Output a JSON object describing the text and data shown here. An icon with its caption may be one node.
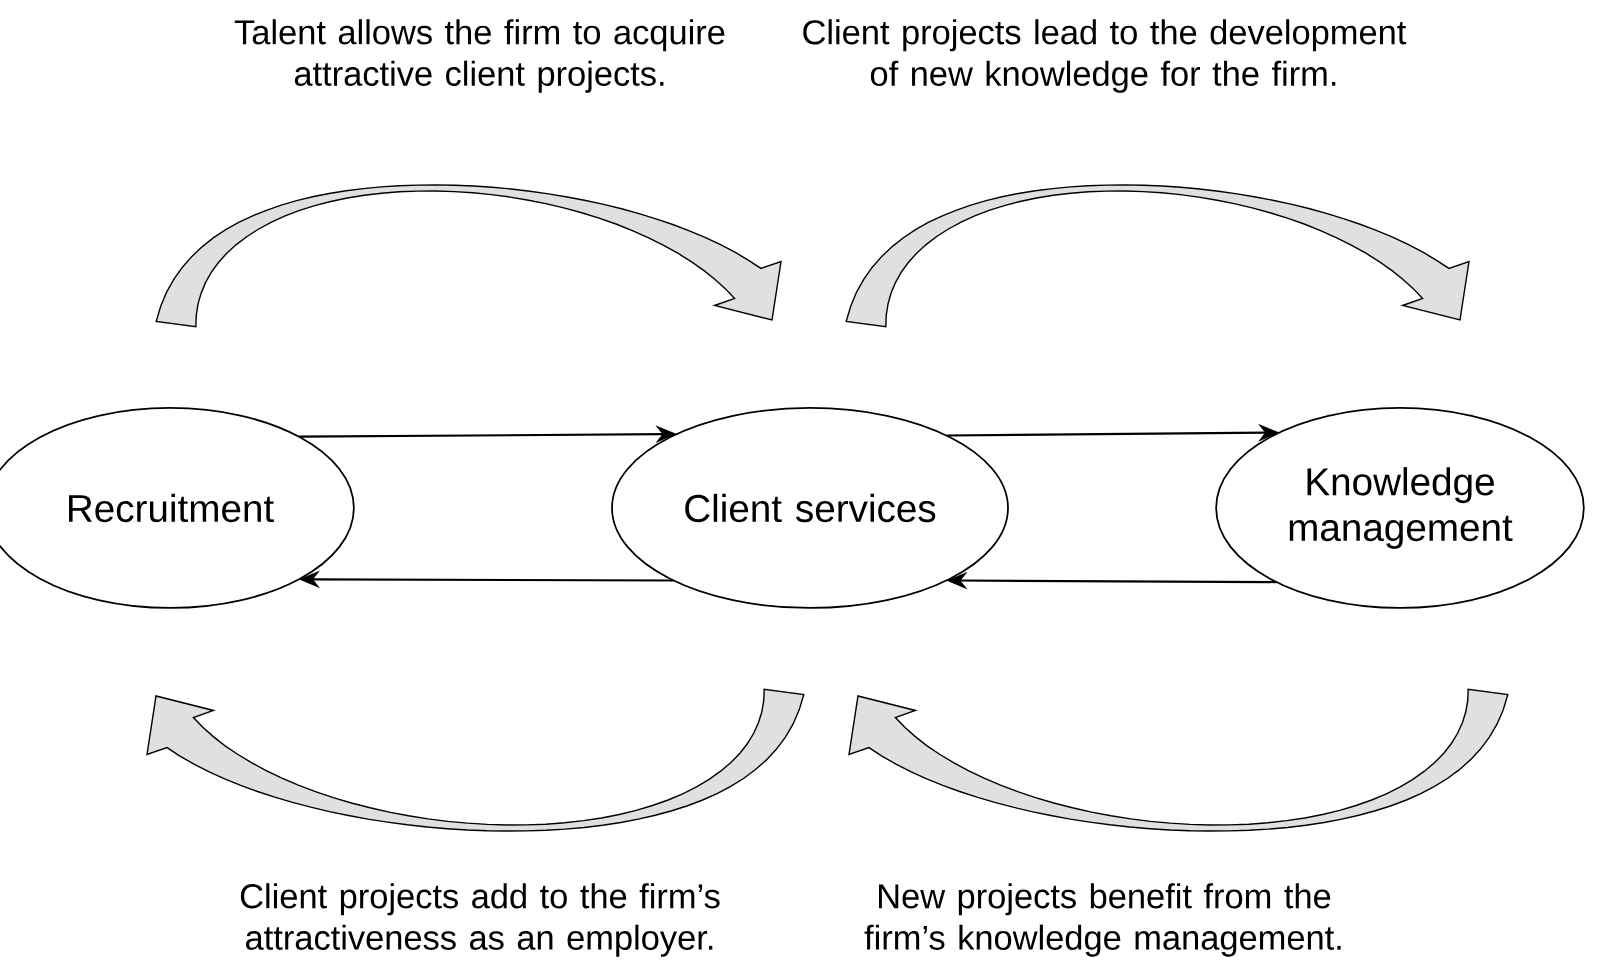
{
  "diagram": {
    "nodes": [
      {
        "text": [
          "Recruitment"
        ]
      },
      {
        "text": [
          "Client services"
        ]
      },
      {
        "text": [
          "Knowledge management"
        ]
      }
    ],
    "edges": [
      {
        "from": 0,
        "to": 1,
        "arrow": "to"
      },
      {
        "from": 1,
        "to": 0,
        "arrow": "to"
      },
      {
        "from": 1,
        "to": 2,
        "arrow": "to"
      },
      {
        "from": 2,
        "to": 1,
        "arrow": "to"
      }
    ],
    "labels": [
      "Talent allows the firm to acquire attractive client projects.",
      "Client projects lead to the development of new knowledge for the firm.",
      "Client projects add to the firm’s attractiveness as an employer.",
      "New projects benefit from the firm’s knowledge management."
    ]
  }
}
